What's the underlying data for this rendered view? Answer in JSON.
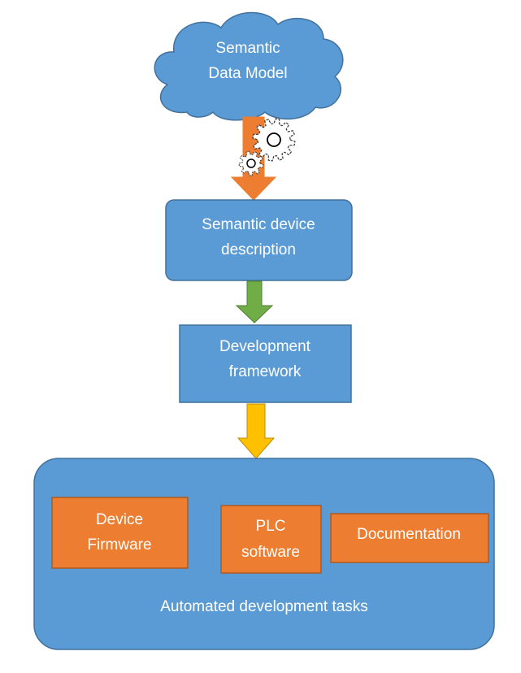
{
  "cloud": {
    "line1": "Semantic",
    "line2": "Data Model"
  },
  "description_box": {
    "line1": "Semantic device",
    "line2": "description"
  },
  "framework_box": {
    "line1": "Development",
    "line2": "framework"
  },
  "tasks": {
    "caption": "Automated development tasks",
    "firmware": {
      "line1": "Device",
      "line2": "Firmware"
    },
    "plc": {
      "line1": "PLC",
      "line2": "software"
    },
    "documentation": {
      "line1": "Documentation"
    }
  },
  "colors": {
    "blue_fill": "#5b9bd5",
    "blue_stroke": "#41719c",
    "orange_fill": "#ed7d31",
    "orange_stroke": "#ae5a21",
    "green_fill": "#70ad47",
    "yellow_fill": "#ffc000"
  },
  "icons": [
    "gear-large-icon",
    "gear-small-icon"
  ]
}
